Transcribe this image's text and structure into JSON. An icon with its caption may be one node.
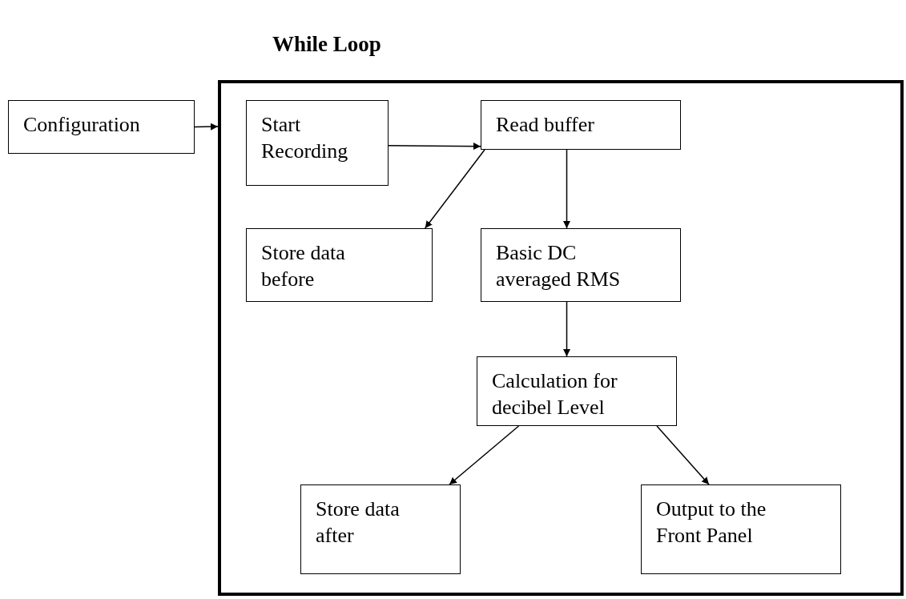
{
  "diagram": {
    "nodes": [
      {
        "text": [
          "While Loop"
        ]
      },
      {
        "text": [
          "Configuration"
        ]
      },
      {
        "text": [
          "Start Recording"
        ],
        "in": 0
      },
      {
        "text": [
          "Read buffer"
        ],
        "in": 0
      },
      {
        "text": [
          "Store data before"
        ],
        "in": 0
      },
      {
        "text": [
          "Basic DC averaged RMS"
        ],
        "in": 0
      },
      {
        "text": [
          "Calculation for decibel Level"
        ],
        "in": 0
      },
      {
        "text": [
          "Store data after"
        ],
        "in": 0
      },
      {
        "text": [
          "Output to the Front Panel"
        ],
        "in": 0
      }
    ],
    "edges": [
      {
        "from": 1,
        "to": 0,
        "arrow": "to"
      },
      {
        "from": 2,
        "to": 3,
        "arrow": "to"
      },
      {
        "from": 3,
        "to": 4,
        "arrow": "to"
      },
      {
        "from": 3,
        "to": 5,
        "arrow": "to"
      },
      {
        "from": 5,
        "to": 6,
        "arrow": "to"
      },
      {
        "from": 6,
        "to": 7,
        "arrow": "to"
      },
      {
        "from": 6,
        "to": 8,
        "arrow": "to"
      }
    ]
  }
}
